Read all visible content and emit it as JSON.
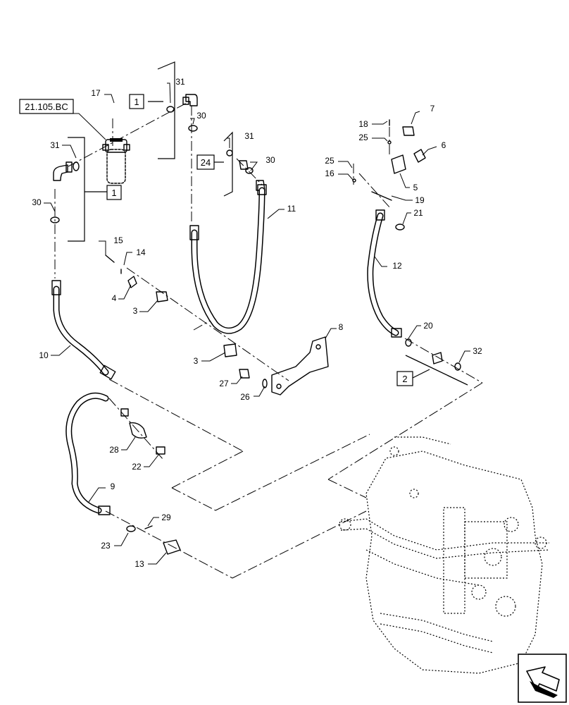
{
  "reference_box": "21.105.BC",
  "boxed_labels": [
    "1",
    "1",
    "24",
    "2"
  ],
  "callouts": [
    "17",
    "31",
    "30",
    "31",
    "30",
    "1",
    "31",
    "24",
    "30",
    "11",
    "18",
    "25",
    "7",
    "6",
    "25",
    "16",
    "5",
    "19",
    "21",
    "12",
    "15",
    "14",
    "4",
    "3",
    "3",
    "27",
    "26",
    "8",
    "20",
    "32",
    "2",
    "10",
    "28",
    "22",
    "9",
    "29",
    "23",
    "13"
  ],
  "icons": [
    "nav-arrow-icon"
  ]
}
